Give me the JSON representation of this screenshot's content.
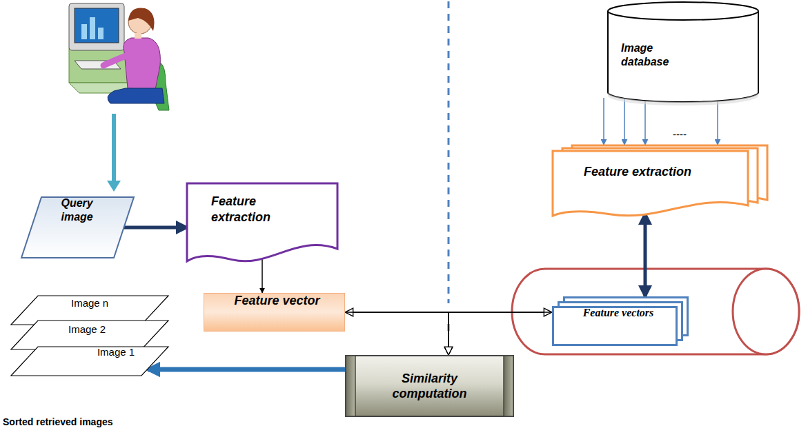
{
  "diagram": {
    "nodes": [
      {
        "text": [
          "Query image"
        ]
      },
      {
        "text": [
          "Feature extraction"
        ]
      },
      {
        "text": [
          "Feature vector"
        ]
      },
      {
        "text": [
          "Image database"
        ]
      },
      {
        "text": [
          "Feature extraction"
        ]
      },
      {
        "text": [
          "Feature vectors"
        ]
      },
      {
        "text": [
          "Similarity computation"
        ]
      },
      {
        "text": [
          "Image n"
        ]
      },
      {
        "text": [
          "Image 2"
        ]
      },
      {
        "text": [
          "Image 1"
        ]
      }
    ],
    "edges": [
      {
        "from": 0,
        "to": 1,
        "arrow": "to"
      },
      {
        "from": 1,
        "to": 2,
        "arrow": "to"
      },
      {
        "from": 3,
        "to": 4,
        "arrow": "to"
      },
      {
        "from": 4,
        "to": 5,
        "arrow": "both"
      },
      {
        "from": 2,
        "to": 5,
        "arrow": "both"
      },
      {
        "from": 2,
        "to": 6,
        "arrow": "to"
      },
      {
        "from": 5,
        "to": 6,
        "arrow": "to"
      },
      {
        "from": 6,
        "to": 9,
        "arrow": "to"
      }
    ],
    "labels": [
      "----",
      "Sorted retrieved images"
    ]
  }
}
